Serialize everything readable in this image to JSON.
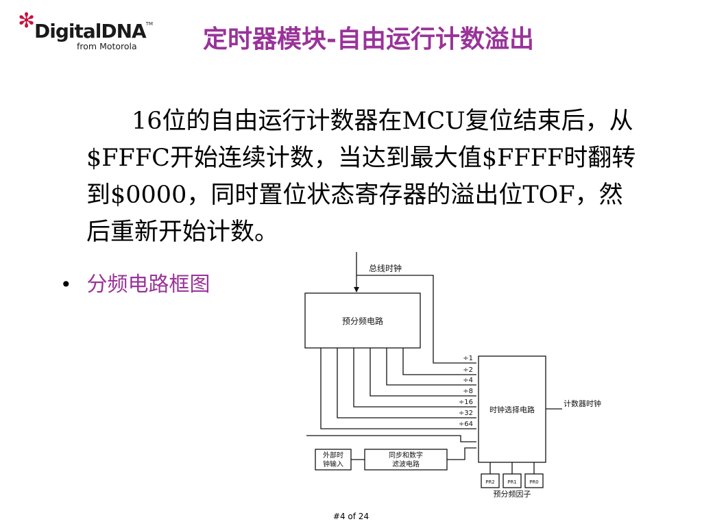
{
  "logo": {
    "brand": "DigitalDNA",
    "trademark": "TM",
    "tagline": "from Motorola"
  },
  "title": "定时器模块-自由运行计数溢出",
  "paragraph": "16位的自由运行计数器在MCU复位结束后，从 $FFFC开始连续计数，当达到最大值$FFFF时翻转到$0000，同时置位状态寄存器的溢出位TOF，然后重新开始计数。",
  "bullet": {
    "marker": "•",
    "text": "分频电路框图"
  },
  "diagram": {
    "bus_clock": "总线时钟",
    "prescaler": "预分频电路",
    "divisors": [
      "÷1",
      "÷2",
      "÷4",
      "÷8",
      "÷16",
      "÷32",
      "÷64"
    ],
    "clock_select": "时钟选择电路",
    "counter_clock": "计数器时钟",
    "external_clock": [
      "外部时",
      "钟输入"
    ],
    "sync_filter": [
      "同步和数字",
      "滤波电路"
    ],
    "prescale_bits": [
      "PR2",
      "PR1",
      "PR0"
    ],
    "prescale_factor": "预分频因子"
  },
  "footer": "#4 of 24"
}
